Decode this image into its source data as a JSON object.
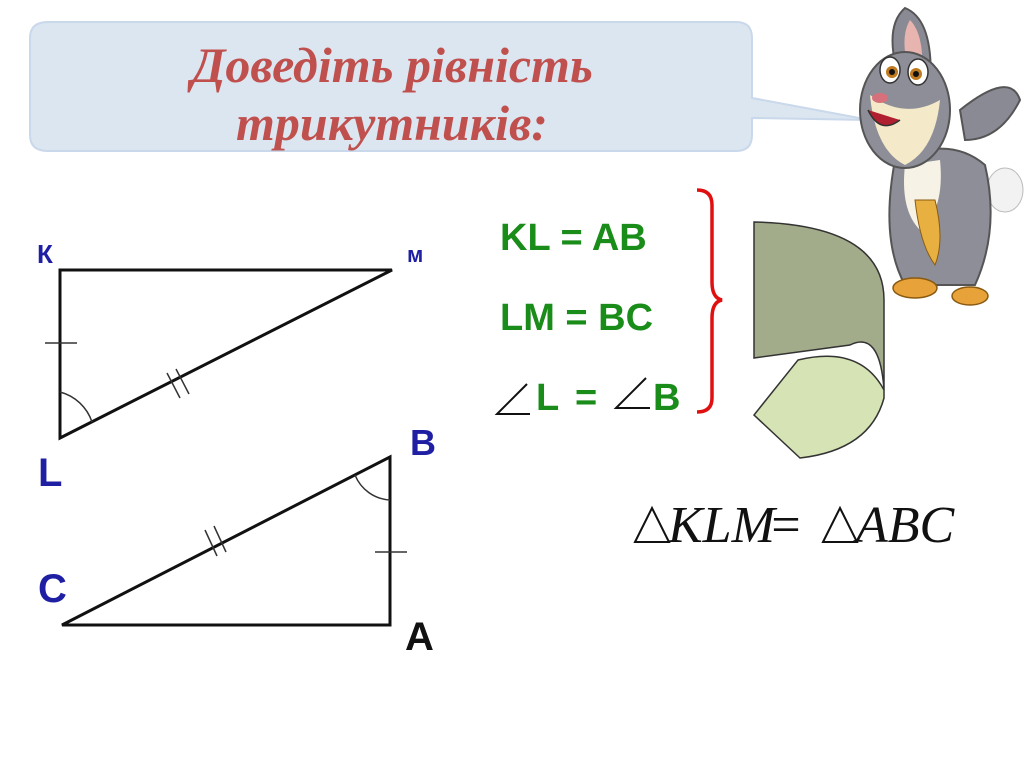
{
  "title": {
    "line1": "Доведіть рівність",
    "line2": "трикутників:"
  },
  "colors": {
    "title_text": "#c0504d",
    "bubble_fill": "#dce6f1",
    "equation_green": "#1a8c1a",
    "brace_red": "#e01010",
    "vertex_blue": "#1f1fa3",
    "arrow_dark": "#a3ac8a",
    "arrow_light": "#d6e3b4"
  },
  "triangle1": {
    "vertices": {
      "K": "К",
      "M": "м",
      "L": "L"
    }
  },
  "triangle2": {
    "vertices": {
      "B": "B",
      "C": "C",
      "A": "A"
    }
  },
  "conditions": [
    {
      "text": "KL = AB",
      "has_angle": false
    },
    {
      "text": "LM = BC",
      "has_angle": false
    },
    {
      "left": "L",
      "eq": "=",
      "right": "B",
      "has_angle": true
    }
  ],
  "conclusion": {
    "left": "KLM",
    "eq": "=",
    "right": "ABC"
  },
  "icons": {
    "mascot": "bunny-mascot-icon",
    "arrow": "curved-arrow-icon",
    "angle": "angle-symbol-icon"
  }
}
